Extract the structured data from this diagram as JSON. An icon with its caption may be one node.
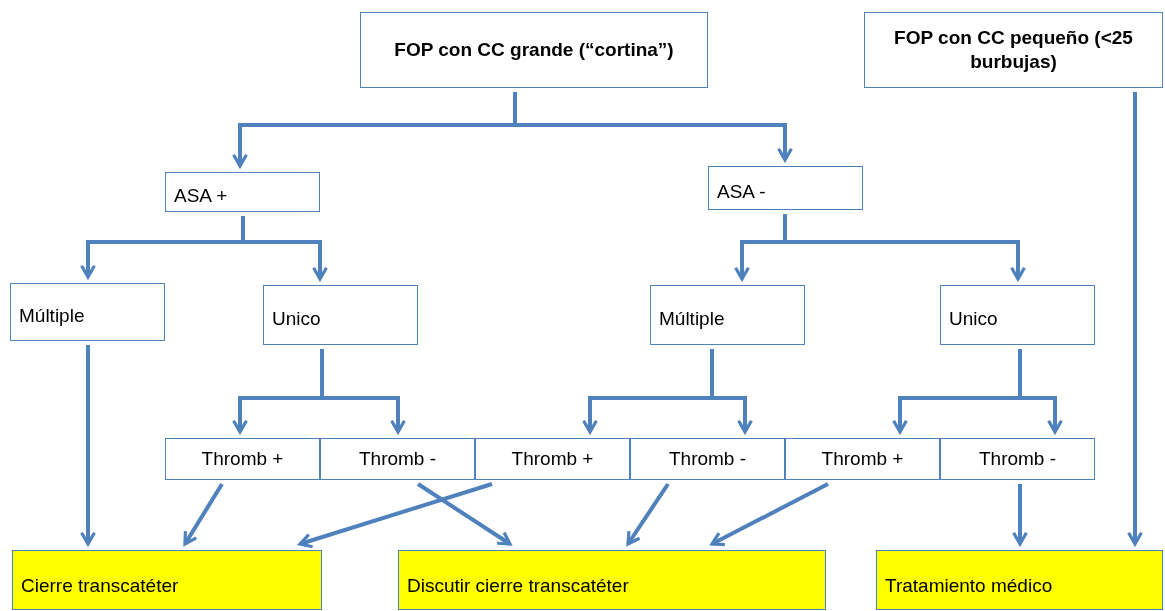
{
  "diagram": {
    "nodes": [
      {
        "text": [
          "FOP con CC grande (“cortina”)"
        ]
      },
      {
        "text": [
          "FOP con CC pequeño (<25 burbujas)"
        ]
      },
      {
        "text": [
          "ASA +"
        ]
      },
      {
        "text": [
          "ASA -"
        ]
      },
      {
        "text": [
          "Múltiple"
        ]
      },
      {
        "text": [
          "Unico"
        ]
      },
      {
        "text": [
          "Múltiple"
        ]
      },
      {
        "text": [
          "Unico"
        ]
      },
      {
        "text": [
          "Thromb +"
        ]
      },
      {
        "text": [
          "Thromb -"
        ]
      },
      {
        "text": [
          "Thromb +"
        ]
      },
      {
        "text": [
          "Thromb -"
        ]
      },
      {
        "text": [
          "Thromb +"
        ]
      },
      {
        "text": [
          "Thromb -"
        ]
      },
      {
        "text": [
          "Cierre transcatéter"
        ]
      },
      {
        "text": [
          "Discutir cierre transcatéter"
        ]
      },
      {
        "text": [
          "Tratamiento médico"
        ]
      }
    ],
    "edges": [
      {
        "from": 0,
        "to": 2,
        "arrow": "to"
      },
      {
        "from": 0,
        "to": 3,
        "arrow": "to"
      },
      {
        "from": 2,
        "to": 4,
        "arrow": "to"
      },
      {
        "from": 2,
        "to": 5,
        "arrow": "to"
      },
      {
        "from": 3,
        "to": 6,
        "arrow": "to"
      },
      {
        "from": 3,
        "to": 7,
        "arrow": "to"
      },
      {
        "from": 5,
        "to": 8,
        "arrow": "to"
      },
      {
        "from": 5,
        "to": 9,
        "arrow": "to"
      },
      {
        "from": 6,
        "to": 10,
        "arrow": "to"
      },
      {
        "from": 6,
        "to": 11,
        "arrow": "to"
      },
      {
        "from": 7,
        "to": 12,
        "arrow": "to"
      },
      {
        "from": 7,
        "to": 13,
        "arrow": "to"
      },
      {
        "from": 4,
        "to": 14,
        "arrow": "to"
      },
      {
        "from": 8,
        "to": 14,
        "arrow": "to"
      },
      {
        "from": 10,
        "to": 14,
        "arrow": "to"
      },
      {
        "from": 9,
        "to": 15,
        "arrow": "to"
      },
      {
        "from": 11,
        "to": 15,
        "arrow": "to"
      },
      {
        "from": 12,
        "to": 15,
        "arrow": "to"
      },
      {
        "from": 13,
        "to": 16,
        "arrow": "to"
      },
      {
        "from": 1,
        "to": 16,
        "arrow": "to"
      }
    ]
  }
}
